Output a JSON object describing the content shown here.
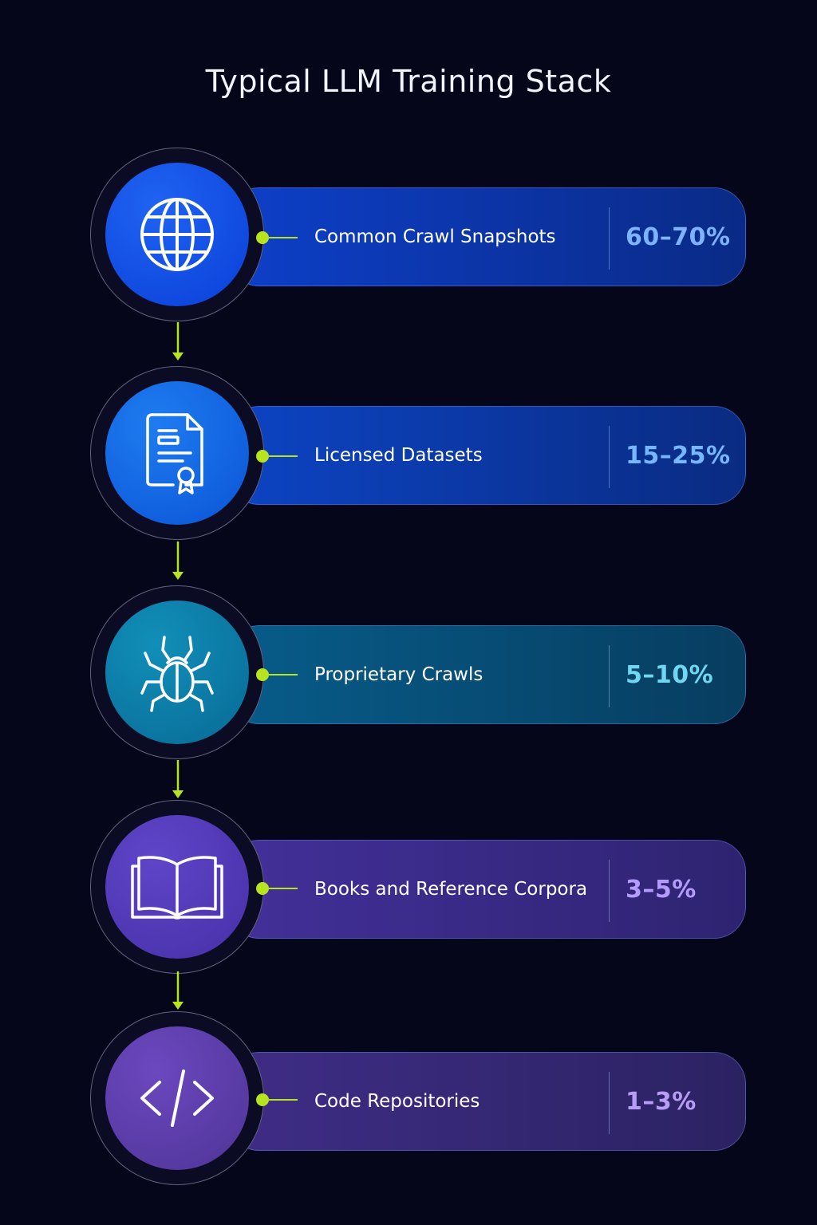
{
  "title": "Typical LLM Training Stack",
  "layers": [
    {
      "label": "Common Crawl Snapshots",
      "value": "60–70%",
      "icon": "globe-icon",
      "disc_color_a": "#1f63f2",
      "disc_color_b": "#0a3fd8",
      "bar_color_a": "#0d3fc9",
      "bar_color_b": "#0a2a86",
      "value_color": "#7fb2ff"
    },
    {
      "label": "Licensed Datasets",
      "value": "15–25%",
      "icon": "licensed-document-icon",
      "disc_color_a": "#1e7cf0",
      "disc_color_b": "#0b54d6",
      "bar_color_a": "#0c44c4",
      "bar_color_b": "#0a2b82",
      "value_color": "#76b8ff"
    },
    {
      "label": "Proprietary Crawls",
      "value": "5–10%",
      "icon": "spider-icon",
      "disc_color_a": "#118fb8",
      "disc_color_b": "#086a96",
      "bar_color_a": "#075c8a",
      "bar_color_b": "#073d5f",
      "value_color": "#6fd7f2"
    },
    {
      "label": "Books and Reference Corpora",
      "value": "3–5%",
      "icon": "open-book-icon",
      "disc_color_a": "#5f45c9",
      "disc_color_b": "#4630a6",
      "bar_color_a": "#43309a",
      "bar_color_b": "#2e2370",
      "value_color": "#b49cff"
    },
    {
      "label": "Code Repositories",
      "value": "1–3%",
      "icon": "code-brackets-icon",
      "disc_color_a": "#6b48bf",
      "disc_color_b": "#4f3496",
      "bar_color_a": "#3f2d86",
      "bar_color_b": "#2b2262",
      "value_color": "#b79df5"
    }
  ],
  "connector_color": "#b7e31f"
}
